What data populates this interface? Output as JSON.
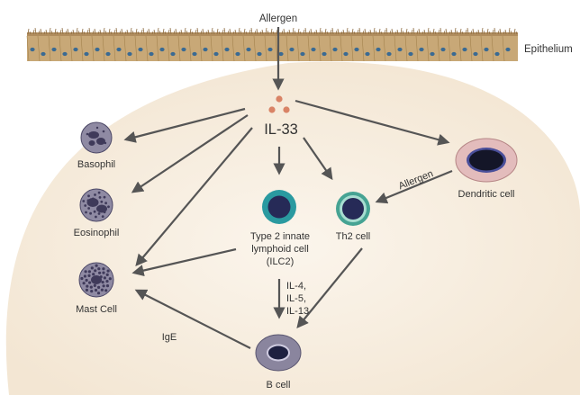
{
  "labels": {
    "allergen_top": "Allergen",
    "epithelium": "Epithelium",
    "il33": "IL-33",
    "basophil": "Basophil",
    "eosinophil": "Eosinophil",
    "mast_cell": "Mast Cell",
    "ilc2_line1": "Type 2 innate",
    "ilc2_line2": "lymphoid cell",
    "ilc2_line3": "(ILC2)",
    "th2": "Th2 cell",
    "dendritic": "Dendritic cell",
    "allergen_arrow": "Allergen",
    "cytokine_line1": "IL-4,",
    "cytokine_line2": "IL-5,",
    "cytokine_line3": "IL-13",
    "ige": "IgE",
    "b_cell": "B cell"
  },
  "colors": {
    "background_tissue": "#f8efe3",
    "epithelium": "#c8a877",
    "nucleus_blue": "#3a6a93",
    "arrow": "#555555",
    "il33_dots": "#d98366",
    "granulocyte": "#8f8aa3",
    "granule": "#3f3a5a",
    "ilc2_ring": "#2a9aa0",
    "th2_ring": "#46a393",
    "cell_nucleus": "#262a57",
    "dendritic_outer": "#e3bcbc",
    "b_cell": "#8a859e"
  }
}
